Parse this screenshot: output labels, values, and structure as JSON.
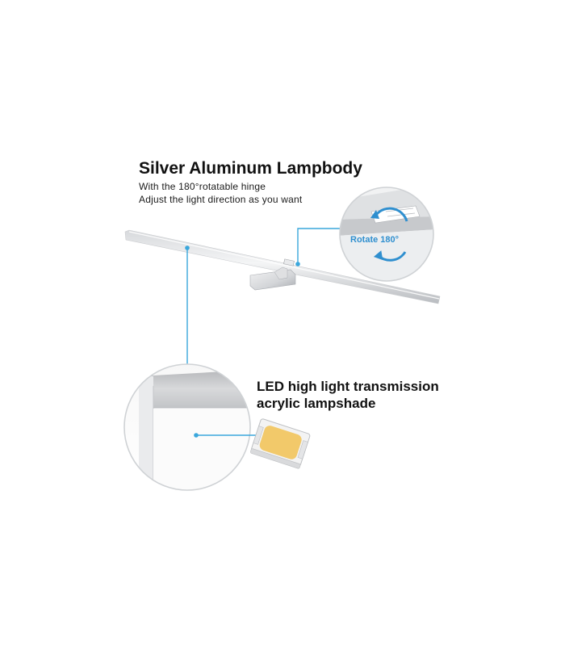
{
  "heading": "Silver Aluminum Lampbody",
  "subtext": {
    "line1": "With the 180°rotatable hinge",
    "line2": "Adjust the light direction as you want"
  },
  "rotate_label": "Rotate 180°",
  "led_text": {
    "line1": "LED high light transmission",
    "line2": "acrylic lampshade"
  },
  "colors": {
    "callout_blue": "#3aa7dc",
    "rotate_text": "#2f8fcf",
    "led_chip_yellow": "#f2c96a"
  },
  "icons": {
    "rotate_arrows": "circular-arrows-icon"
  }
}
